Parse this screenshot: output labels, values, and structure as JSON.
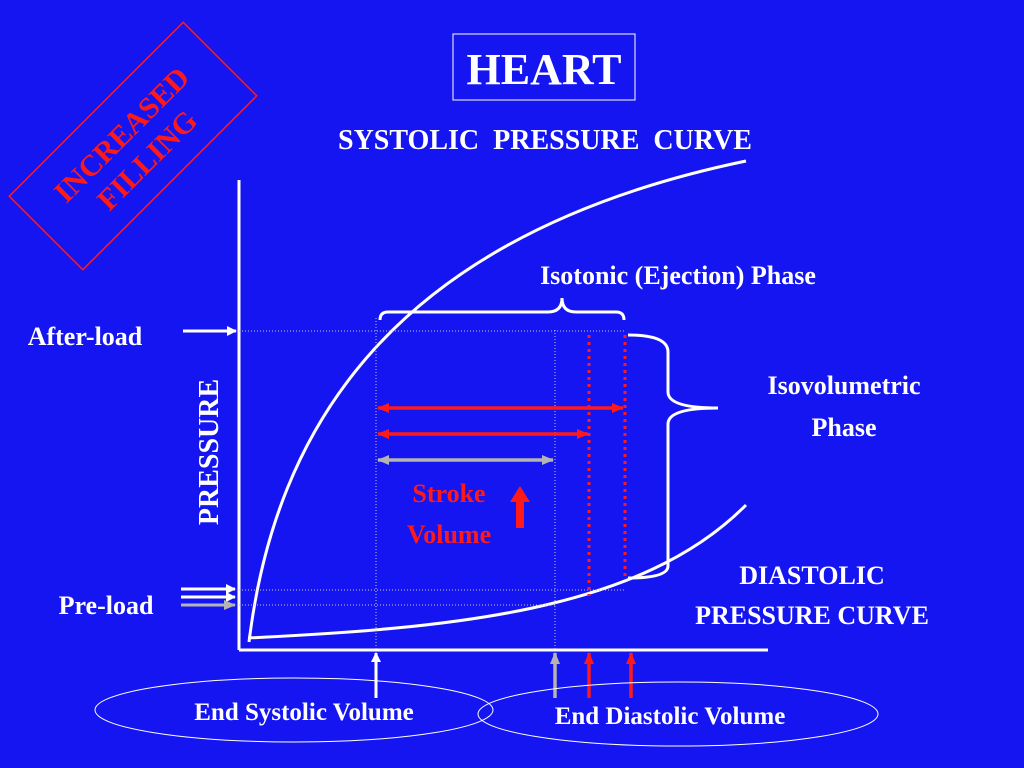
{
  "slide": {
    "title": "HEART",
    "subtitle": "SYSTOLIC  PRESSURE  CURVE",
    "stamp_line1": "INCREASED",
    "stamp_line2": "FILLING"
  },
  "axes": {
    "y_label": "PRESSURE"
  },
  "labels": {
    "afterload": "After-load",
    "preload": "Pre-load",
    "isotonic_phase": "Isotonic (Ejection) Phase",
    "isovolumetric_line1": "Isovolumetric",
    "isovolumetric_line2": "Phase",
    "stroke_line1": "Stroke",
    "stroke_line2": "Volume",
    "diastolic_line1": "DIASTOLIC",
    "diastolic_line2": "PRESSURE CURVE",
    "end_systolic": "End Systolic Volume",
    "end_diastolic": "End Diastolic Volume"
  },
  "colors": {
    "background": "#1515f2",
    "foreground": "#ffffff",
    "highlight": "#ff1a1a",
    "neutral_arrow": "#b4b4b4"
  }
}
